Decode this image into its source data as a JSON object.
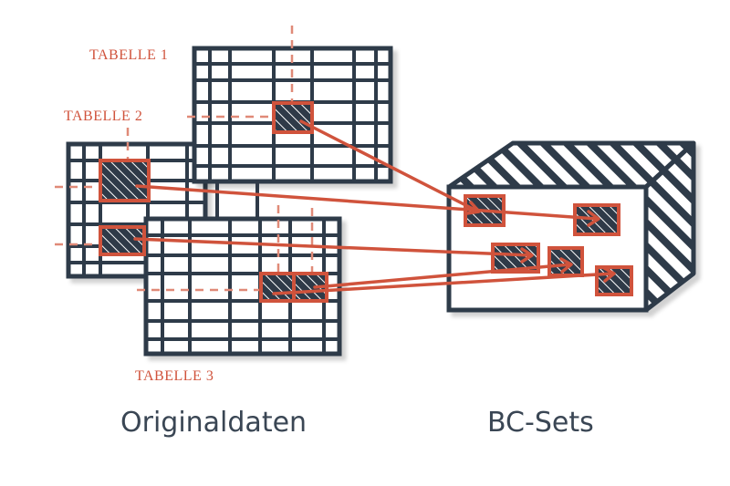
{
  "labels": {
    "table1": "TABELLE 1",
    "table2": "TABELLE 2",
    "table3": "TABELLE 3"
  },
  "captions": {
    "original": "Originaldaten",
    "bcsets": "BC-Sets"
  },
  "colors": {
    "ink": "#2f3a48",
    "accent": "#d0533c",
    "background": "#ffffff"
  }
}
